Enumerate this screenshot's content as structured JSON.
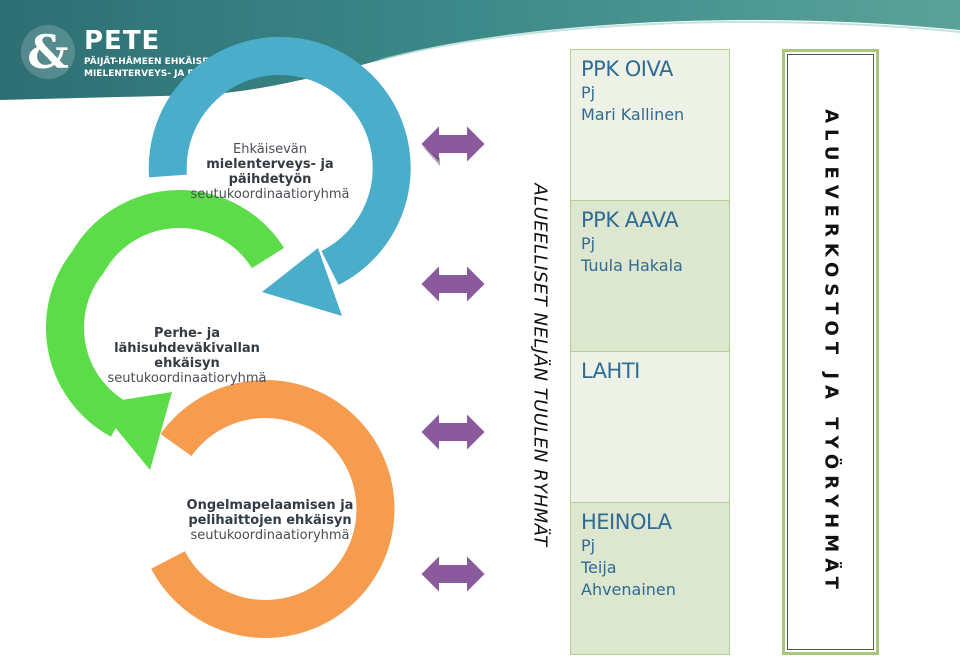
{
  "logo": {
    "brand": "PETE",
    "line1": "PÄIJÄT-HÄMEEN EHKÄISEV",
    "line2": "MIELENTERVEYS- JA PÄ"
  },
  "circles": [
    {
      "bold": [
        "mielenterveys- ja",
        "päihdetyön"
      ],
      "pre": "Ehkäisevän",
      "light": "seutukoordinaatioryhmä",
      "color": "#4aaecb"
    },
    {
      "bold": [
        "Perhe- ja lähisuhdeväkivallan",
        "ehkäisyn"
      ],
      "light": "seutukoordinaatioryhmä",
      "color": "#5ddc4a"
    },
    {
      "bold": [
        "Ongelmapelaamisen ja",
        "pelihaittojen ehkäisyn"
      ],
      "light": "seutukoordinaatioryhmä",
      "color": "#f59c4f"
    }
  ],
  "arrow_color": "#8a5a9c",
  "middle_vertical": "ALUEELLISET NELJÄN TUULEN RYHMÄT",
  "regions": [
    {
      "title": "PPK OIVA",
      "lines": [
        "Pj",
        "Mari Kallinen"
      ]
    },
    {
      "title": "PPK AAVA",
      "lines": [
        "Pj",
        "Tuula Hakala"
      ]
    },
    {
      "title": "LAHTI",
      "lines": []
    },
    {
      "title": "HEINOLA",
      "lines": [
        "Pj",
        "Teija",
        "Ahvenainen"
      ]
    }
  ],
  "right_vertical": "ALUEVERKOSTOT JA TYÖRYHMÄT"
}
